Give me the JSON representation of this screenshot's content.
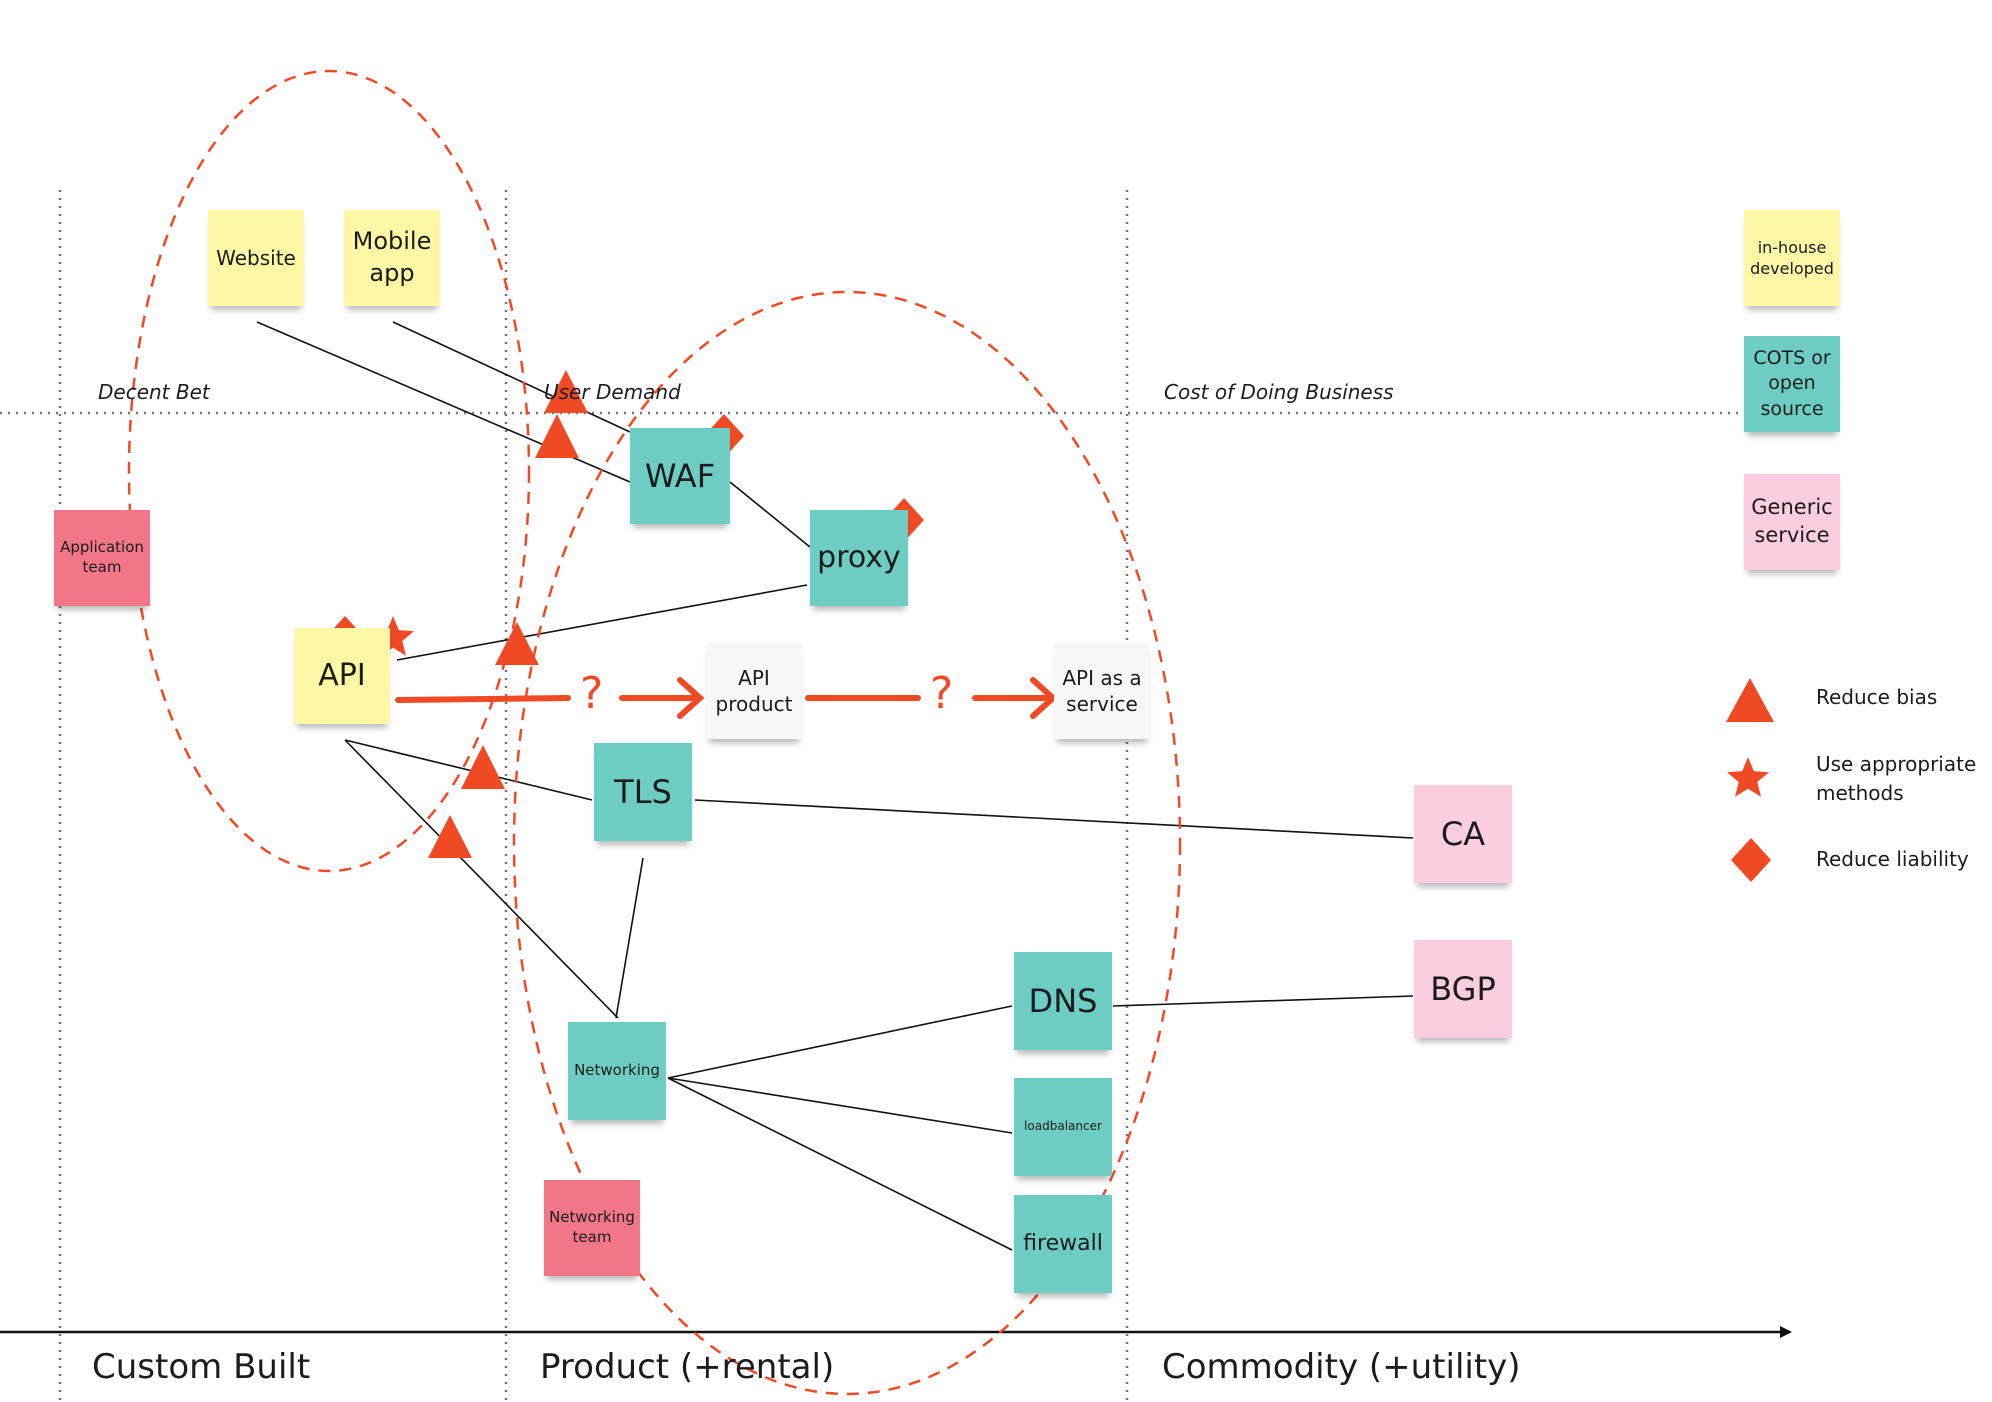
{
  "stages": {
    "custom_built": "Custom Built",
    "product": "Product (+rental)",
    "commodity": "Commodity (+utility)"
  },
  "zones": {
    "decent_bet": "Decent Bet",
    "user_demand": "User Demand",
    "cost_of_business": "Cost of Doing Business"
  },
  "notes": {
    "website": "Website",
    "mobile_app": "Mobile\napp",
    "application_team": "Application\nteam",
    "api": "API",
    "waf": "WAF",
    "proxy": "proxy",
    "api_product": "API\nproduct",
    "api_service": "API as a\nservice",
    "tls": "TLS",
    "ca": "CA",
    "networking": "Networking",
    "dns": "DNS",
    "bgp": "BGP",
    "loadbalancer": "loadbalancer",
    "firewall": "firewall",
    "networking_team": "Networking\nteam"
  },
  "evolution_marks": [
    "?",
    "?"
  ],
  "legend": {
    "in_house": "in-house\ndeveloped",
    "cots": "COTS or\nopen\nsource",
    "generic": "Generic\nservice",
    "reduce_bias": "Reduce bias",
    "appropriate_methods": "Use appropriate\nmethods",
    "reduce_liability": "Reduce liability"
  },
  "icons": [
    "triangle-icon",
    "star-icon",
    "diamond-icon"
  ],
  "colors": {
    "in_house": "#fdf7a6",
    "cots": "#6ecdc3",
    "generic": "#fbcde0",
    "team": "#f07688",
    "accent": "#f04a25"
  }
}
